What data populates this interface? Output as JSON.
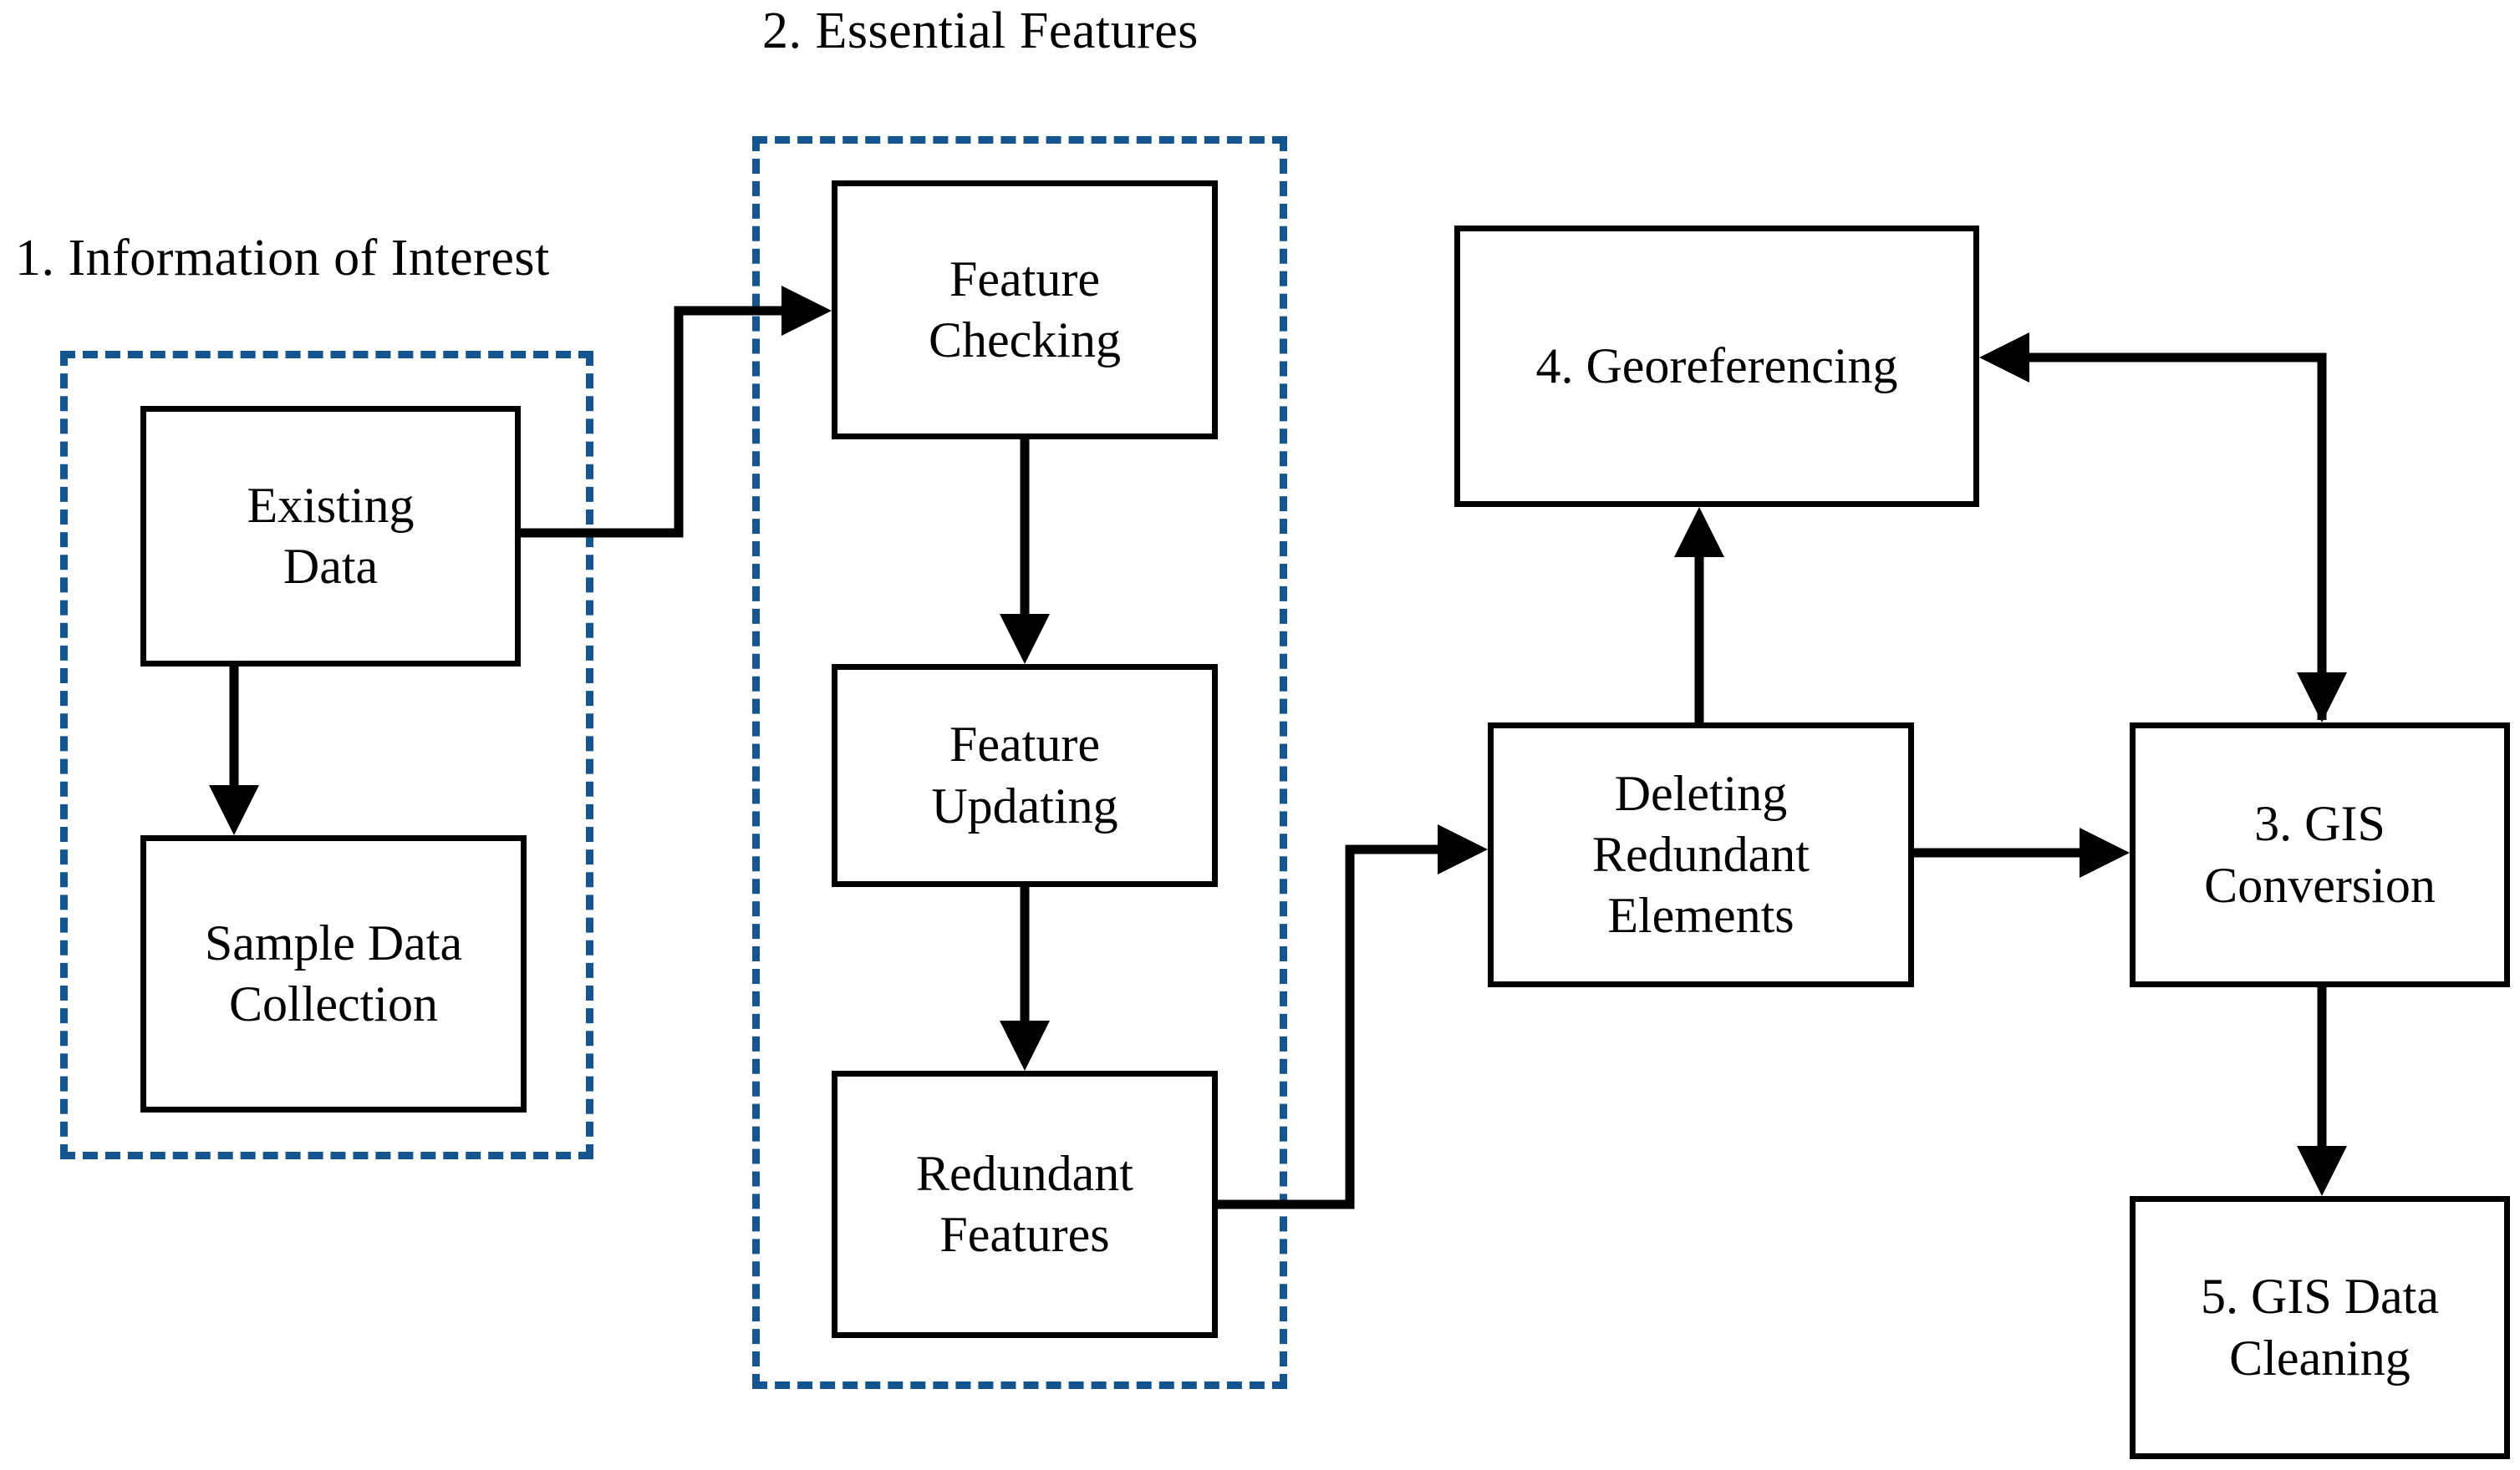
{
  "diagram": {
    "type": "flowchart",
    "title_color": "#000000",
    "group_border_color": "#15558f",
    "node_border_color": "#000000",
    "connector_color": "#000000",
    "background": "#ffffff",
    "titles": {
      "information_of_interest": "1. Information of Interest",
      "essential_features": "2. Essential Features"
    },
    "nodes": {
      "existing_data": {
        "line1": "Existing",
        "line2": "Data"
      },
      "sample_data_collection": {
        "line1": "Sample Data",
        "line2": "Collection"
      },
      "feature_checking": {
        "line1": "Feature",
        "line2": "Checking"
      },
      "feature_updating": {
        "line1": "Feature",
        "line2": "Updating"
      },
      "redundant_features": {
        "line1": "Redundant",
        "line2": "Features"
      },
      "georeferencing": {
        "line1": "4. Georeferencing"
      },
      "deleting_redundant_elements": {
        "line1": "Deleting",
        "line2": "Redundant",
        "line3": "Elements"
      },
      "gis_conversion": {
        "line1": "3. GIS",
        "line2": "Conversion"
      },
      "gis_data_cleaning": {
        "line1": "5. GIS Data",
        "line2": "Cleaning"
      }
    },
    "edges": [
      {
        "from": "existing_data",
        "to": "sample_data_collection",
        "style": "arrow-down"
      },
      {
        "from": "existing_data",
        "to": "feature_checking",
        "style": "elbow-arrow-right"
      },
      {
        "from": "feature_checking",
        "to": "feature_updating",
        "style": "arrow-down"
      },
      {
        "from": "feature_updating",
        "to": "redundant_features",
        "style": "arrow-down"
      },
      {
        "from": "redundant_features",
        "to": "deleting_redundant_elements",
        "style": "elbow-arrow-right"
      },
      {
        "from": "deleting_redundant_elements",
        "to": "georeferencing",
        "style": "arrow-up"
      },
      {
        "from": "deleting_redundant_elements",
        "to": "gis_conversion",
        "style": "arrow-right"
      },
      {
        "from": "gis_conversion",
        "to": "gis_data_cleaning",
        "style": "arrow-down"
      },
      {
        "from": "gis_conversion",
        "to": "georeferencing",
        "style": "elbow-arrow-left"
      }
    ]
  }
}
